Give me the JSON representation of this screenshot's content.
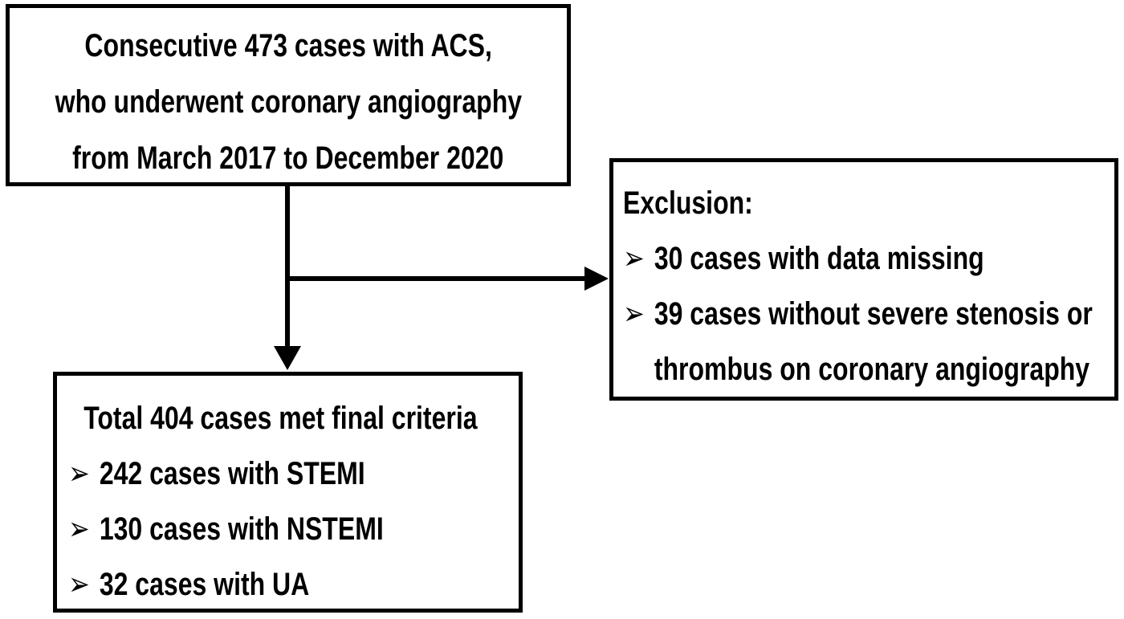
{
  "diagram": {
    "bullet_glyph": "➢",
    "colors": {
      "ink": "#000000",
      "background": "#ffffff"
    },
    "enrollment_box": {
      "lines": [
        "Consecutive 473 cases with ACS,",
        "who underwent coronary angiography",
        "from March 2017 to December 2020"
      ]
    },
    "exclusion_box": {
      "title": "Exclusion:",
      "bullet_1": "30 cases with data missing",
      "bullet_2_line_1": "39 cases without severe stenosis or",
      "bullet_2_line_2": "thrombus on coronary angiography"
    },
    "final_box": {
      "title": "Total 404 cases met final criteria",
      "bullets": [
        "242 cases with STEMI",
        "130 cases with NSTEMI",
        "32 cases with UA"
      ]
    }
  }
}
